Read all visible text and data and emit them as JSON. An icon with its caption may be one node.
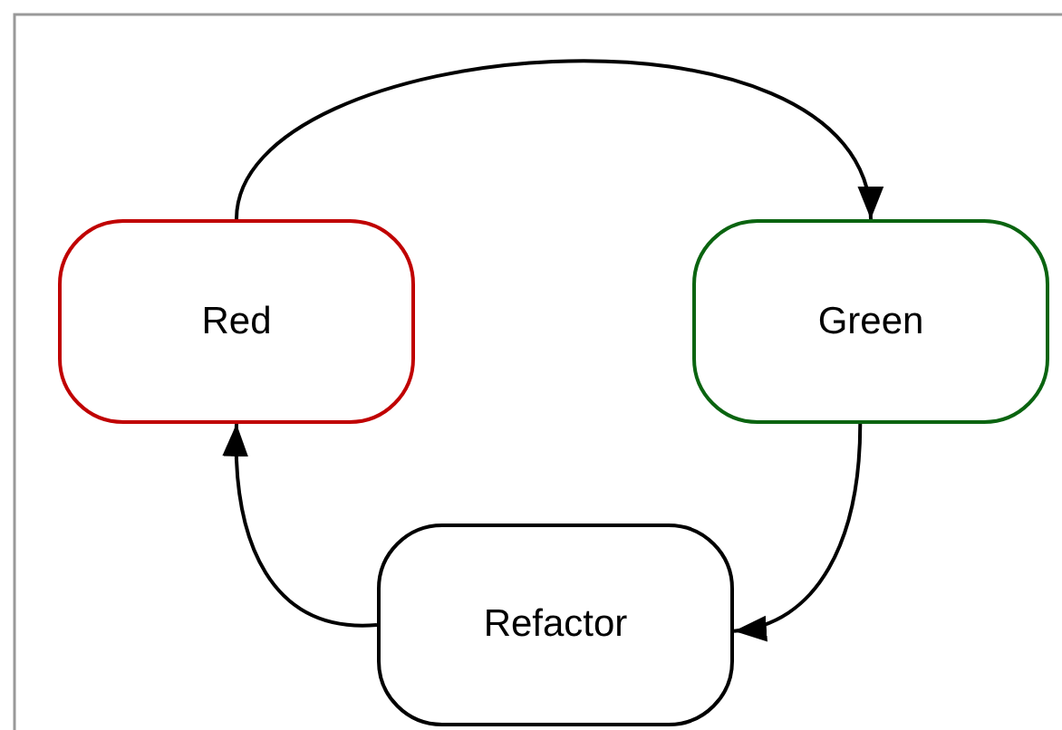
{
  "diagram": {
    "nodes": [
      {
        "text": [
          "Red"
        ]
      },
      {
        "text": [
          "Green"
        ]
      },
      {
        "text": [
          "Refactor"
        ]
      }
    ],
    "edges": [
      {
        "from": 0,
        "to": 1,
        "arrow": "to"
      },
      {
        "from": 1,
        "to": 2,
        "arrow": "to"
      },
      {
        "from": 2,
        "to": 0,
        "arrow": "to"
      }
    ]
  }
}
